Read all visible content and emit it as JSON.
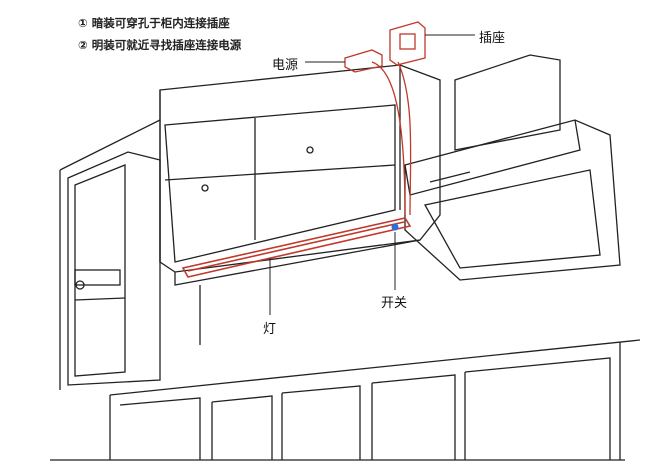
{
  "notes": [
    "① 暗装可穿孔于柜内连接插座",
    "② 明装可就近寻找插座连接电源"
  ],
  "labels": {
    "socket": "插座",
    "power": "电源",
    "light": "灯",
    "switch": "开关"
  },
  "colors": {
    "line": "#222222",
    "wire": "#c0392b",
    "switch_dot": "#2a6fdb"
  }
}
